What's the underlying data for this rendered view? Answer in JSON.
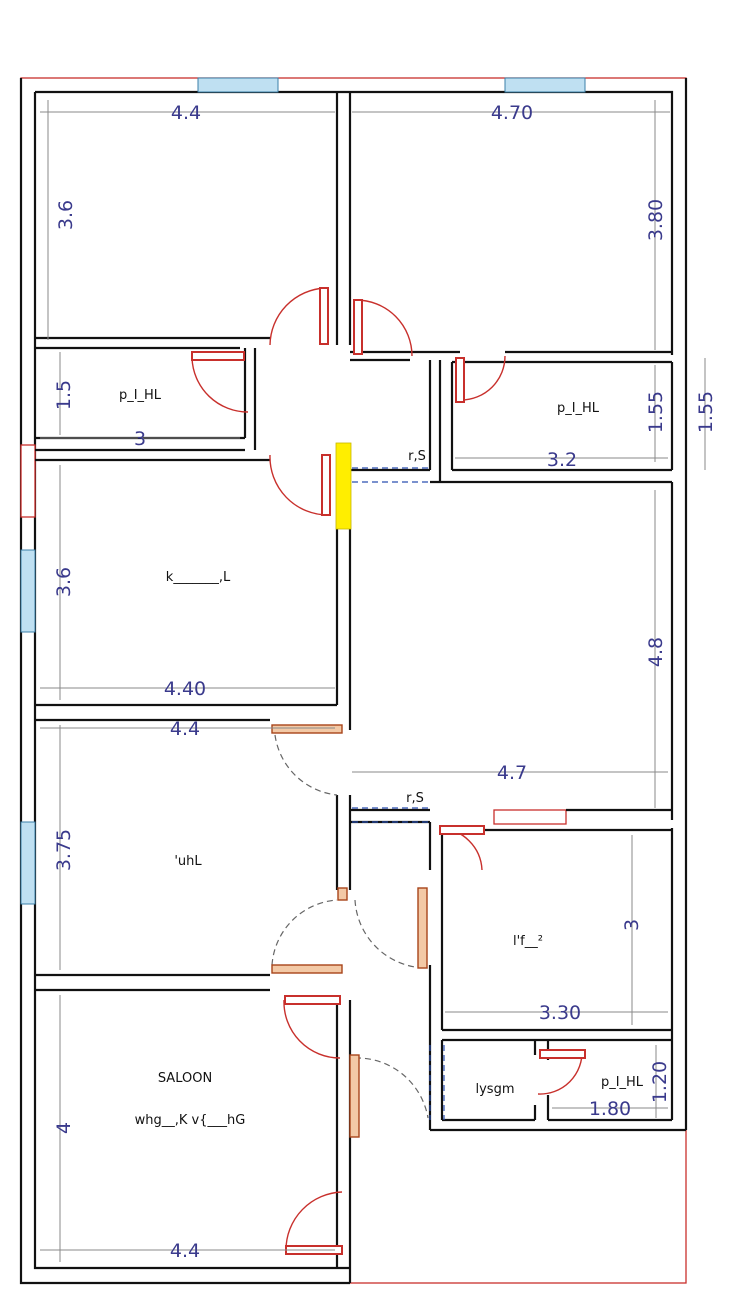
{
  "rooms": {
    "top_left": {
      "width": "4.4",
      "height": "3.6"
    },
    "top_right": {
      "width": "4.70",
      "height": "3.80"
    },
    "bath_left": {
      "label": "p_I_HL",
      "width": "3",
      "height": "1.5"
    },
    "bath_right": {
      "label": "p_I_HL",
      "width": "3.2",
      "height": "1.55"
    },
    "outer_right_height": "1.55",
    "corridor_top": {
      "label": "r,S"
    },
    "kitchen": {
      "label": "k_______,L",
      "width": "4.40",
      "height": "3.6"
    },
    "hall": {
      "width": "4.7",
      "height": "4.8"
    },
    "middle_left": {
      "label": "'uhL",
      "width": "4.4",
      "height": "3.75"
    },
    "corridor_bottom": {
      "label": "r,S"
    },
    "guest_room": {
      "label": "l'f__²",
      "width": "3.30",
      "height": "3"
    },
    "entry": {
      "label": "lysgm"
    },
    "bath_small": {
      "label": "p_I_HL",
      "width": "1.80",
      "height": "1.20"
    },
    "saloon": {
      "label": "SALOON",
      "sublabel": "whg__,K v{___hG",
      "width": "4.4",
      "height": "4"
    }
  },
  "colors": {
    "wall": "#111111",
    "dimension_text": "#3a3a8c",
    "door": "#c8302c",
    "window": "#bfe0f2",
    "highlight": "#ffee00"
  }
}
